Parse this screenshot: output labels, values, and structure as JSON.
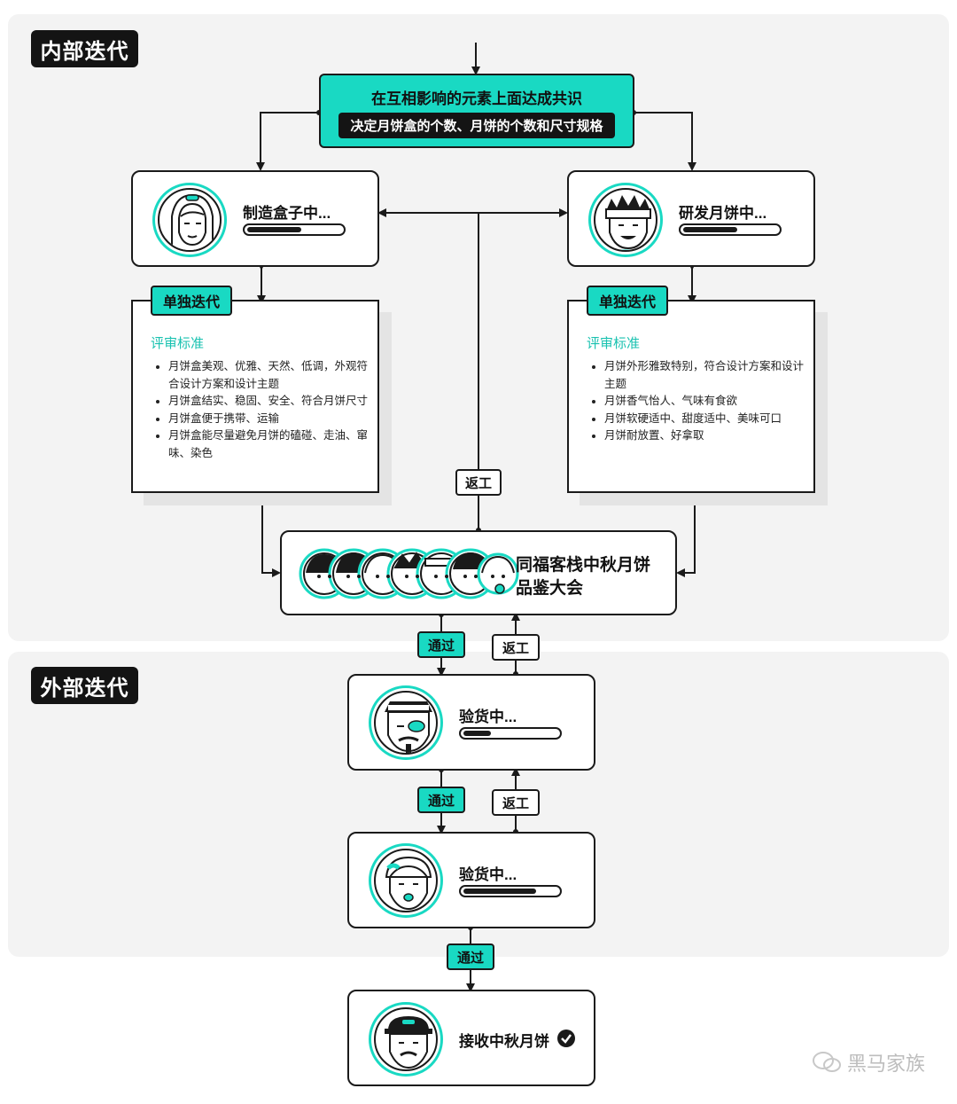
{
  "sections": {
    "internal_label": "内部迭代",
    "external_label": "外部迭代"
  },
  "consensus": {
    "title": "在互相影响的元素上面达成共识",
    "subtitle": "决定月饼盒的个数、月饼的个数和尺寸规格"
  },
  "box_maker": {
    "label": "制造盒子中...",
    "progress": 0.6
  },
  "cake_maker": {
    "label": "研发月饼中...",
    "progress": 0.6
  },
  "iterate_tag": "单独迭代",
  "criteria_left": {
    "title": "评审标准",
    "items": [
      "月饼盒美观、优雅、天然、低调，外观符合设计方案和设计主题",
      "月饼盒结实、稳固、安全、符合月饼尺寸",
      "月饼盒便于携带、运输",
      "月饼盒能尽量避免月饼的磕碰、走油、窜味、染色"
    ]
  },
  "criteria_right": {
    "title": "评审标准",
    "items": [
      "月饼外形雅致特别，符合设计方案和设计主题",
      "月饼香气怡人、气味有食欲",
      "月饼软硬适中、甜度适中、美味可口",
      "月饼耐放置、好拿取"
    ]
  },
  "tasting": {
    "line1": "同福客栈中秋月饼",
    "line2": "品鉴大会"
  },
  "rework": "返工",
  "pass": "通过",
  "inspect1": {
    "label": "验货中...",
    "progress": 0.3
  },
  "inspect2": {
    "label": "验货中...",
    "progress": 0.8
  },
  "receive": {
    "label": "接收中秋月饼"
  },
  "watermark": "黑马家族",
  "colors": {
    "accent": "#19d9c3",
    "dark": "#141414",
    "panel": "#f3f3f3"
  }
}
